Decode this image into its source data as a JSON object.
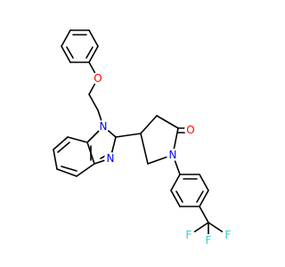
{
  "molecule": {
    "atoms": {
      "ether_oxygen": {
        "symbol": "O",
        "color": "#ff0000"
      },
      "imidazole_n1": {
        "symbol": "N",
        "color": "#0000ff"
      },
      "imidazole_n3": {
        "symbol": "N",
        "color": "#0000ff"
      },
      "carbonyl_oxygen": {
        "symbol": "O",
        "color": "#ff0000"
      },
      "lactam_nitrogen": {
        "symbol": "N",
        "color": "#0000ff"
      },
      "fluorine_1": {
        "symbol": "F",
        "color": "#33cccc"
      },
      "fluorine_2": {
        "symbol": "F",
        "color": "#33cccc"
      },
      "fluorine_3": {
        "symbol": "F",
        "color": "#33cccc"
      }
    },
    "bond_color": "#000000"
  }
}
